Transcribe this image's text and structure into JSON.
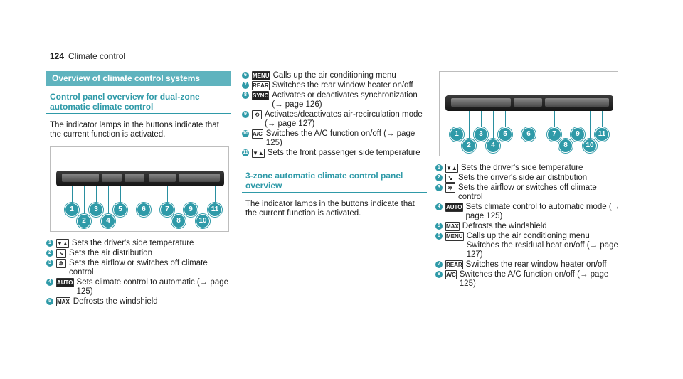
{
  "header": {
    "page_number": "124",
    "title": "Climate control"
  },
  "col1": {
    "section_title": "Overview of climate control systems",
    "subtitle": "Control panel overview for dual-zone automatic climate control",
    "intro": "The indicator lamps in the buttons indicate that the current function is activated.",
    "callouts": [
      "1",
      "2",
      "3",
      "4",
      "5",
      "6",
      "7",
      "8",
      "9",
      "10",
      "11"
    ],
    "items": [
      {
        "num": "1",
        "glyph": "▼▲",
        "text": "Sets the driver's side temperature"
      },
      {
        "num": "2",
        "glyph": "↘",
        "text": "Sets the air distribution"
      },
      {
        "num": "3",
        "glyph": "✲",
        "text": "Sets the airflow or switches off climate control"
      },
      {
        "num": "4",
        "glyph": "AUTO",
        "text": "Sets climate control to automatic (→ page 125)"
      },
      {
        "num": "5",
        "glyph": "MAX",
        "text": "Defrosts the windshield"
      }
    ]
  },
  "col2": {
    "items": [
      {
        "num": "6",
        "glyph": "MENU",
        "text": "Calls up the air conditioning menu"
      },
      {
        "num": "7",
        "glyph": "REAR",
        "text": "Switches the rear window heater on/off"
      },
      {
        "num": "8",
        "glyph": "SYNC",
        "text": "Activates or deactivates synchronization (→ page 126)"
      },
      {
        "num": "9",
        "glyph": "⟲",
        "text": "Activates/deactivates air-recirculation mode (→ page 127)"
      },
      {
        "num": "10",
        "glyph": "A/C",
        "text": "Switches the A/C function on/off (→ page 125)"
      },
      {
        "num": "11",
        "glyph": "▼▲",
        "text": "Sets the front passenger side temperature"
      }
    ],
    "subtitle": "3-zone automatic climate control panel overview",
    "intro": "The indicator lamps in the buttons indicate that the current function is activated."
  },
  "col3": {
    "callouts": [
      "1",
      "2",
      "3",
      "4",
      "5",
      "6",
      "7",
      "8",
      "9",
      "10",
      "11"
    ],
    "items": [
      {
        "num": "1",
        "glyph": "▼▲",
        "text": "Sets the driver's side temperature"
      },
      {
        "num": "2",
        "glyph": "↘",
        "text": "Sets the driver's side air distribution"
      },
      {
        "num": "3",
        "glyph": "✲",
        "text": "Sets the airflow or switches off climate control"
      },
      {
        "num": "4",
        "glyph": "AUTO",
        "text": "Sets climate control to automatic mode (→ page 125)"
      },
      {
        "num": "5",
        "glyph": "MAX",
        "text": "Defrosts the windshield"
      },
      {
        "num": "6",
        "glyph": "MENU",
        "text": "Calls up the air conditioning menu Switches the residual heat on/off (→ page 127)"
      },
      {
        "num": "7",
        "glyph": "REAR",
        "text": "Switches the rear window heater on/off"
      },
      {
        "num": "8",
        "glyph": "A/C",
        "text": "Switches the A/C function on/off (→ page 125)"
      }
    ]
  },
  "colors": {
    "accent": "#2f9aa8",
    "header_bar": "#5fb3be"
  }
}
